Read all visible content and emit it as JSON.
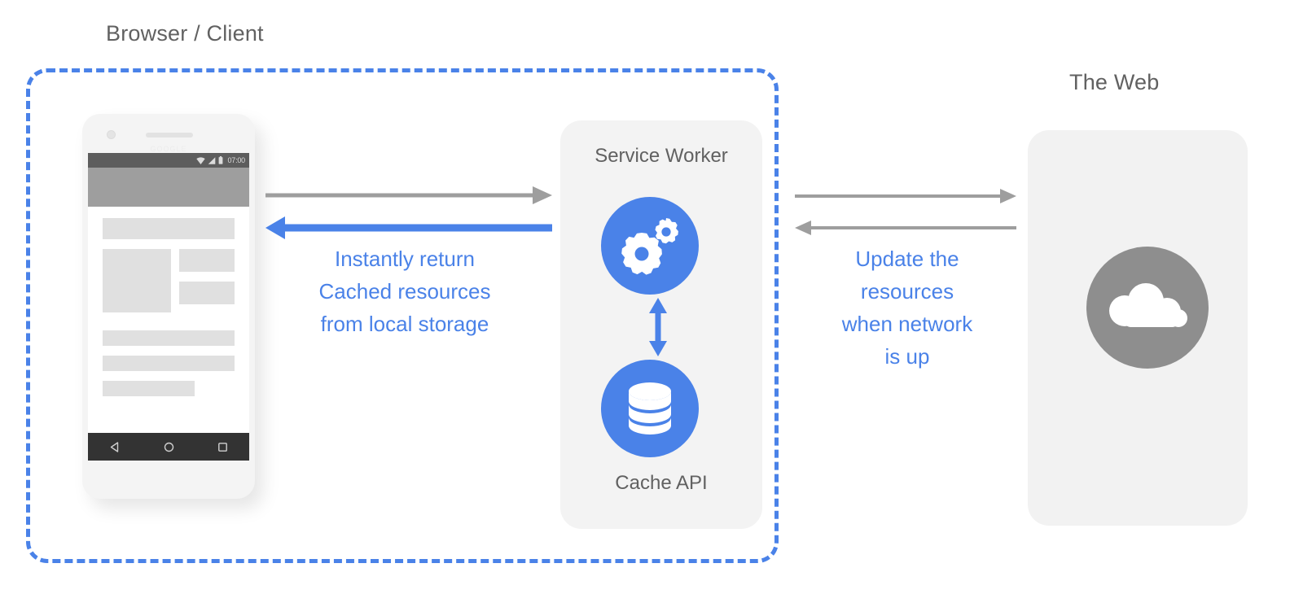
{
  "diagram": {
    "title_client": "Browser / Client",
    "title_web": "The Web"
  },
  "phone": {
    "status_time": "07:00",
    "brand": "GOOGLE",
    "icons": {
      "wifi": "wifi-icon",
      "signal": "signal-icon",
      "battery": "battery-icon",
      "nav_back": "back-triangle-icon",
      "nav_home": "home-circle-icon",
      "nav_recents": "recents-square-icon"
    }
  },
  "service_worker": {
    "title": "Service Worker",
    "icon": "gears-icon",
    "cache_title": "Cache API",
    "cache_icon": "database-icon"
  },
  "web": {
    "icon": "cloud-icon"
  },
  "annotations": {
    "left_label": "Instantly return\nCached resources\nfrom local storage",
    "right_label": "Update the\nresources\nwhen network\nis up"
  },
  "colors": {
    "blue": "#4a82e8",
    "gray_arrow": "#9e9e9e",
    "text_gray": "#616161",
    "card_bg": "#f3f3f3"
  },
  "arrows": {
    "client_to_sw": "gray-arrow-right",
    "sw_to_client": "blue-arrow-left",
    "sw_to_web": "gray-arrow-right",
    "web_to_sw": "gray-arrow-left",
    "sw_cache_bidirectional": "blue-double-arrow-vertical"
  }
}
